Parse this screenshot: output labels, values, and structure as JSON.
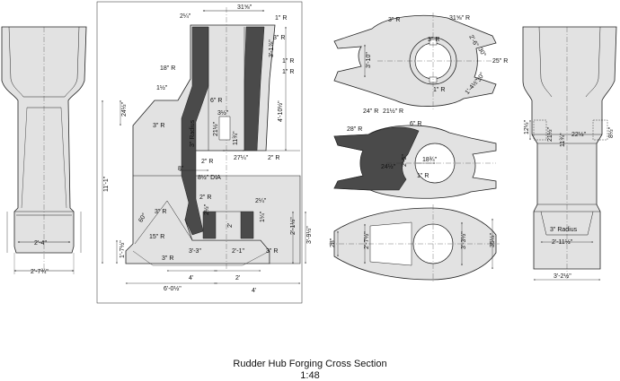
{
  "caption": {
    "title": "Rudder Hub Forging Cross Section",
    "scale": "1:48"
  },
  "colors": {
    "body_fill": "#e2e2e2",
    "section_fill": "#4a4a4a",
    "line": "#222222",
    "background": "#ffffff"
  },
  "views": {
    "left_elevation": {
      "dims": [
        "2'-4\"",
        "2'-7¾\""
      ]
    },
    "main_section": {
      "dims": [
        "31⅝\"",
        "1\" R",
        "2¼\"",
        "3\" R",
        "3'-1⅞\"",
        "1\" R",
        "1\" R",
        "18\" R",
        "1½\"",
        "24½\"",
        "6\" R",
        "3\" R",
        "4'-10½\"",
        "3½\"",
        "21½\"",
        "11¾\"",
        "27¼\"",
        "2\" R",
        "3\" Radius",
        "2\" R",
        "8\"",
        "8½\" DIA",
        "11'-1\"",
        "2\" R",
        "2¼\"",
        "3\" R",
        "2½\"",
        "1¼\"",
        "60°",
        "2'",
        "2'-1½\"",
        "3'-9½\"",
        "15\" R",
        "1'-7½\"",
        "3\" R",
        "3'-3\"",
        "2'-1\"",
        "3\" R",
        "4'",
        "2'",
        "6'-0½\"",
        "4'"
      ]
    },
    "top_plan": {
      "dims": [
        "3\" R",
        "31⅝\" R",
        "3\" R",
        "3'-10\"",
        "25\" R",
        "2'-6\"",
        "1\" R",
        "24\" R",
        "21½\" R",
        "1'-4½\"",
        "30°",
        "30°"
      ]
    },
    "mid_plan": {
      "dims": [
        "28\" R",
        "6\" R",
        "24½\"",
        "18¾\"",
        "2'-5\"",
        "1\" R"
      ]
    },
    "bottom_plan": {
      "dims": [
        "28\"",
        "2'-7½\"",
        "3'-3½\"",
        "35½\""
      ]
    },
    "right_elevation": {
      "dims": [
        "12½\"",
        "21½\"",
        "11¾\"",
        "22½\"",
        "8½\"",
        "3\" Radius",
        "2'-11½\"",
        "3'-2½\""
      ]
    }
  }
}
